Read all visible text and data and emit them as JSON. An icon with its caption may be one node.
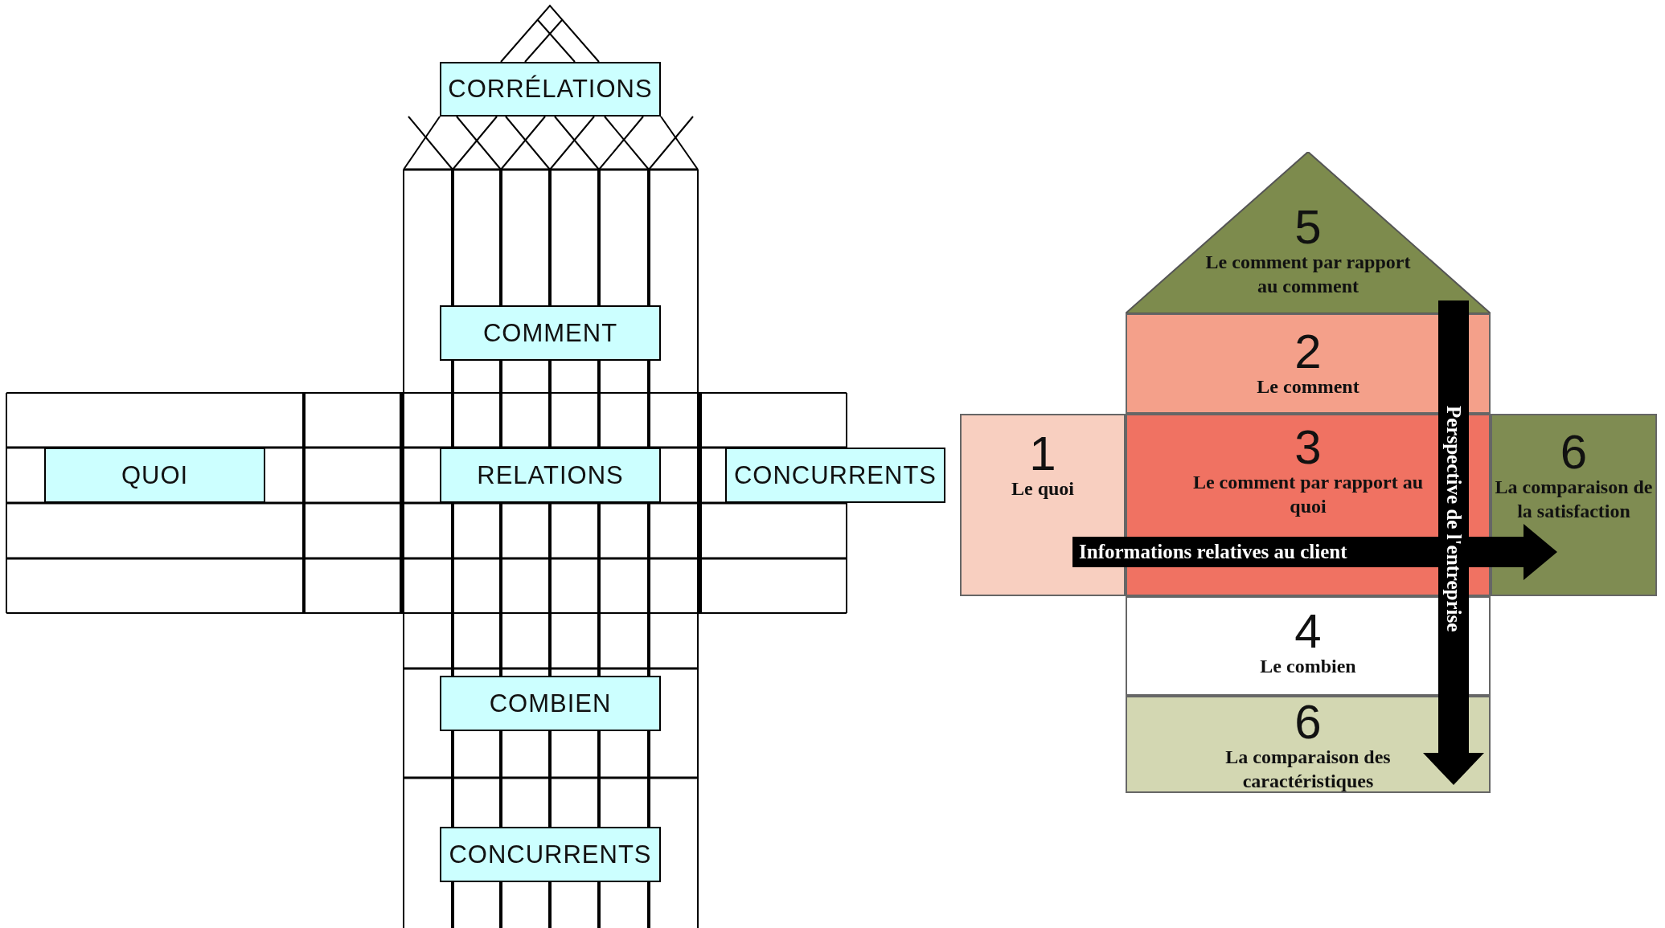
{
  "diagram": {
    "nodes": [
      {
        "text": [
          "CORRÉLATIONS"
        ]
      },
      {
        "text": [
          "COMMENT"
        ]
      },
      {
        "text": [
          "QUOI"
        ]
      },
      {
        "text": [
          "RELATIONS"
        ]
      },
      {
        "text": [
          "CONCURRENTS"
        ]
      },
      {
        "text": [
          "COMBIEN"
        ]
      },
      {
        "text": [
          "CONCURRENTS"
        ]
      },
      {
        "text": [
          "5",
          "Le comment par rapport au comment"
        ]
      },
      {
        "text": [
          "2",
          "Le comment"
        ]
      },
      {
        "text": [
          "1",
          "Le quoi"
        ]
      },
      {
        "text": [
          "3",
          "Le comment par rapport au quoi"
        ]
      },
      {
        "text": [
          "6",
          "La comparaison de la satisfaction"
        ]
      },
      {
        "text": [
          "4",
          "Le combien"
        ]
      },
      {
        "text": [
          "6",
          "La comparaison des caractéristiques"
        ]
      }
    ],
    "labels": [
      "Informations relatives au client",
      "Perspective de l'entreprise"
    ]
  }
}
